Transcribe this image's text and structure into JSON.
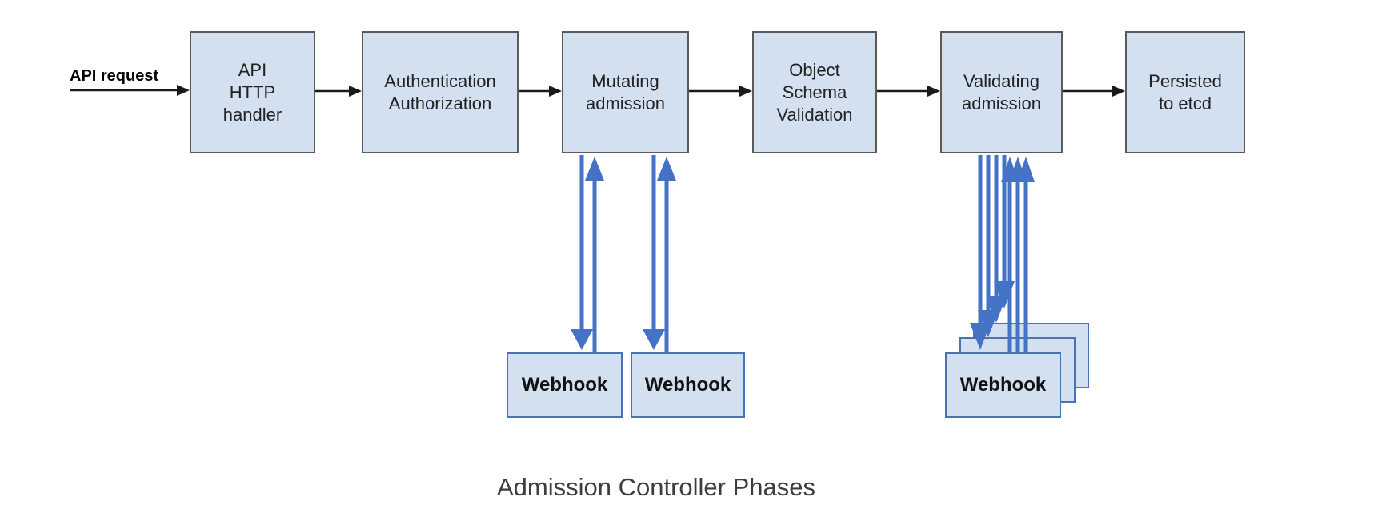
{
  "caption": "Admission Controller Phases",
  "flow": {
    "input_label": "API request",
    "phases": [
      {
        "label": "API\nHTTP\nhandler"
      },
      {
        "label": "Authentication\nAuthorization"
      },
      {
        "label": "Mutating\nadmission"
      },
      {
        "label": "Object\nSchema\nValidation"
      },
      {
        "label": "Validating\nadmission"
      },
      {
        "label": "Persisted\nto etcd"
      }
    ],
    "mutating_webhooks": [
      {
        "label": "Webhook"
      },
      {
        "label": "Webhook"
      }
    ],
    "validating_webhooks": [
      {
        "label": "Webhook"
      },
      {
        "label": "Webhook"
      },
      {
        "label": "Webhook"
      }
    ]
  },
  "colors": {
    "box_fill": "#d3e0f0",
    "box_border": "#5a5a5a",
    "webhook_border": "#4a72b4",
    "arrow_blue": "#4472c4",
    "arrow_black": "#1a1a1a",
    "caption_text": "#3d3d3d"
  }
}
